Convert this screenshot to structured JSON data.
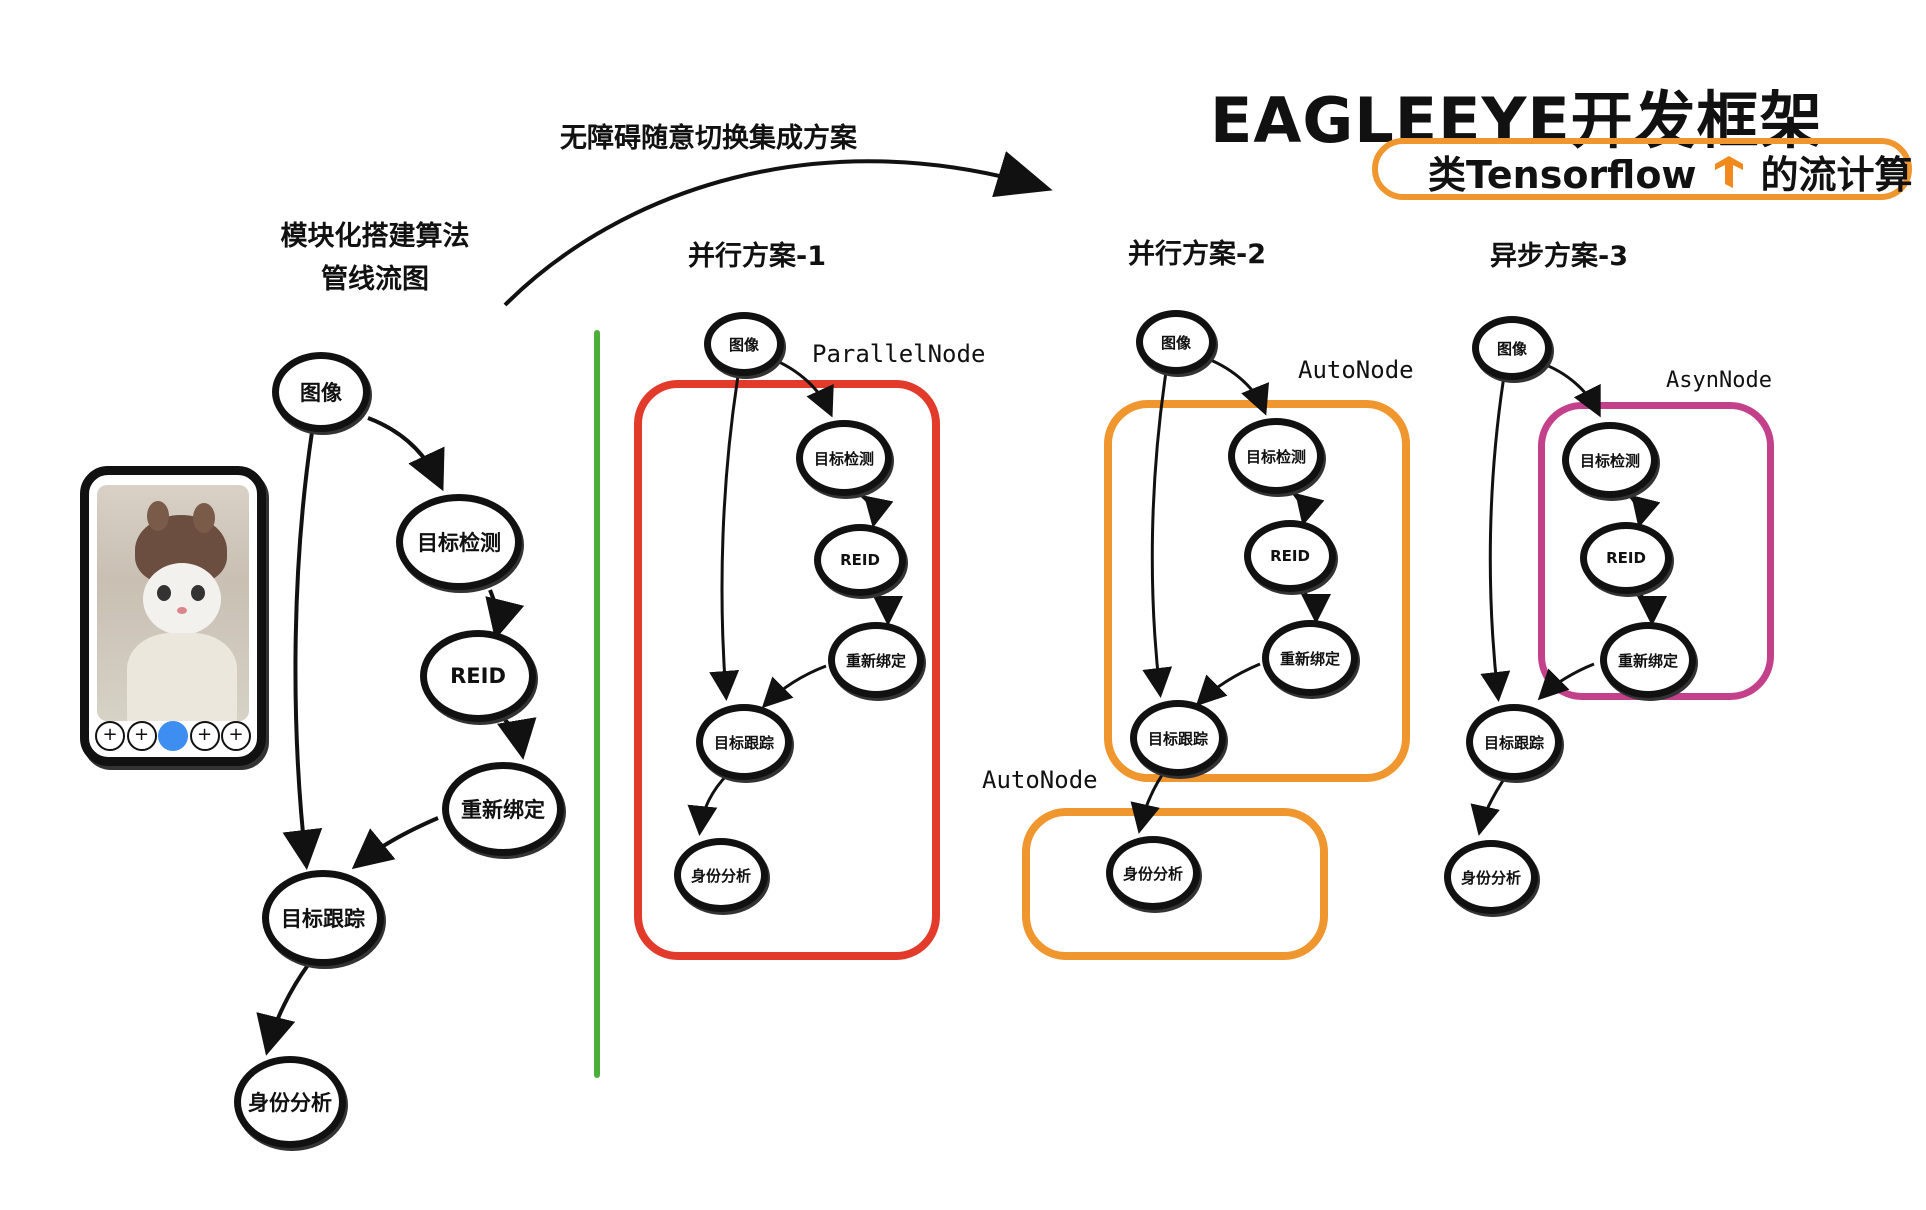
{
  "title": "EAGLEEYE开发框架",
  "subtitle": {
    "text": "类Tensorflow",
    "suffix": "的流计算",
    "logo_color": "#f08a1c"
  },
  "left_label": {
    "line1": "模块化搭建算法",
    "line2": "管线流图"
  },
  "arrow_label": "无障碍随意切换集成方案",
  "schemes": [
    "并行方案-1",
    "并行方案-2",
    "异步方案-3"
  ],
  "node_types": {
    "parallel": "ParallelNode",
    "auto": "AutoNode",
    "asyn": "AsynNode"
  },
  "nodes": {
    "image": "图像",
    "detect": "目标检测",
    "reid": "REID",
    "rebind": "重新绑定",
    "track": "目标跟踪",
    "identity": "身份分析"
  },
  "colors": {
    "parallel": "#e23b2c",
    "auto": "#f0962e",
    "asyn": "#c2418a",
    "divider": "#4caf3a",
    "subtitle_frame": "#f0962e",
    "phone_dot": "#3d8ef0"
  },
  "icons": {
    "phone": "phone-icon",
    "cat_photo": "cat-photo-icon",
    "tensorflow": "tensorflow-logo-icon"
  }
}
